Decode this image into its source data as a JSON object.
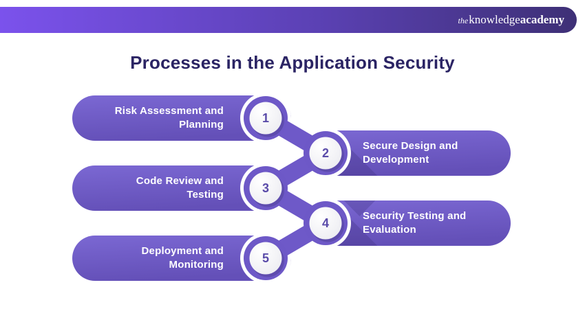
{
  "banner": {
    "logo": {
      "prefix": "the",
      "word1": "knowledge",
      "word2": "academy"
    },
    "colors": {
      "gradient_left": "#7b52ec",
      "gradient_right": "#3e3076"
    }
  },
  "title": {
    "text": "Processes in the Application Security",
    "color": "#2b2464"
  },
  "diagram": {
    "steps": [
      {
        "number": "1",
        "label": "Risk Assessment and Planning",
        "side": "left"
      },
      {
        "number": "2",
        "label": "Secure Design and Development",
        "side": "right"
      },
      {
        "number": "3",
        "label": "Code Review and Testing",
        "side": "left"
      },
      {
        "number": "4",
        "label": "Security Testing and Evaluation",
        "side": "right"
      },
      {
        "number": "5",
        "label": "Deployment and Monitoring",
        "side": "left"
      }
    ],
    "colors": {
      "pill_gradient_light": "#7b68d3",
      "pill_gradient_dark": "#6450b8",
      "connector": "#6e59c8",
      "ring": "#6d58c7",
      "circle_fill": "#ffffff",
      "number_text": "#5a4ba9",
      "long_shadow": "#2e2163",
      "label_text": "#ffffff"
    }
  }
}
